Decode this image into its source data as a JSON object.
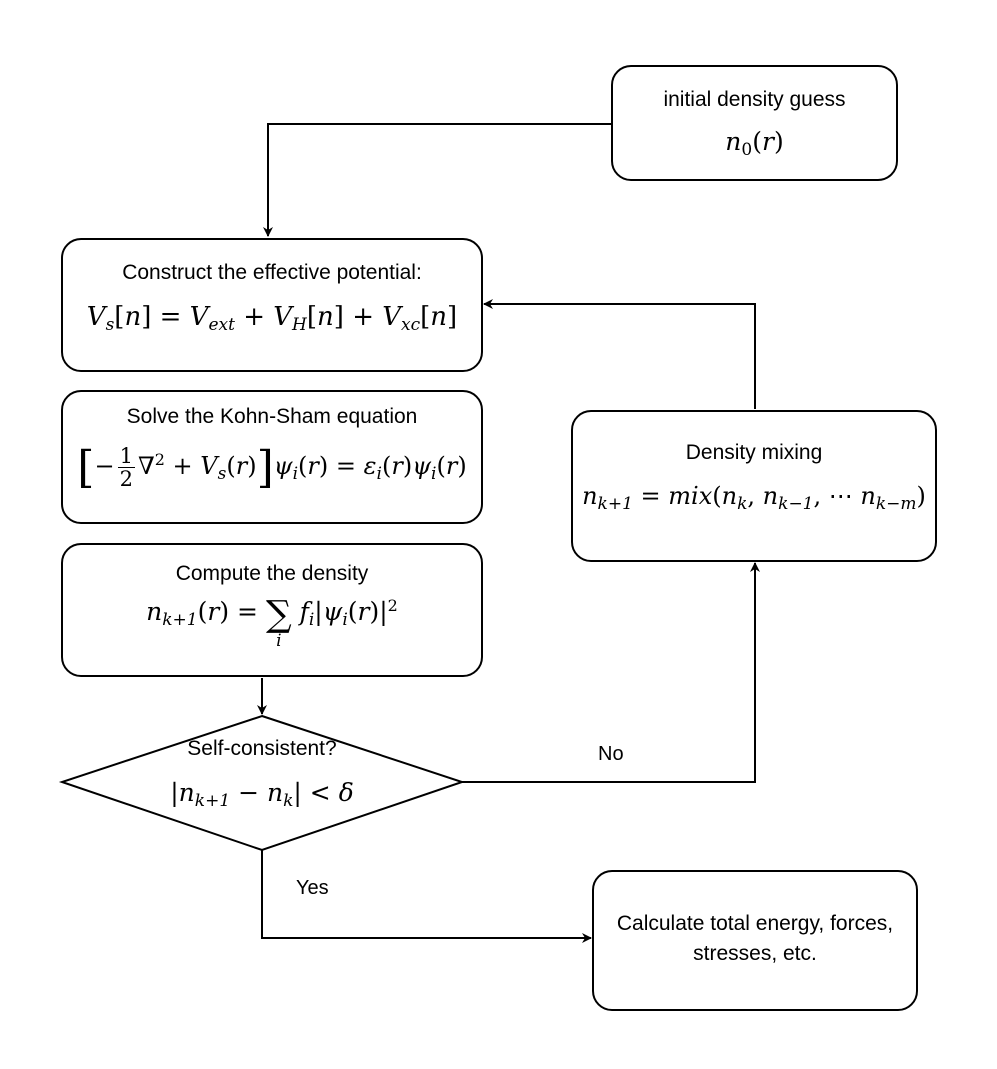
{
  "nodes": {
    "initial": {
      "label": "initial density guess",
      "formula": "n0(r)"
    },
    "potential": {
      "label": "Construct the effective potential:",
      "formula": "Vs[n] = Vext + VH[n] + Vxc[n]"
    },
    "kohn_sham": {
      "label": "Solve the Kohn-Sham equation",
      "formula": "[-1/2 ∇² + Vs(r)] ψi(r) = εi(r) ψi(r)"
    },
    "density": {
      "label": "Compute the density",
      "formula": "nk+1(r) = Σi fi |ψi(r)|²"
    },
    "check": {
      "label": "Self-consistent?",
      "formula": "|nk+1 − nk| < δ"
    },
    "mixing": {
      "label": "Density mixing",
      "formula": "nk+1 = mix(nk, nk−1, ⋯ nk−m)"
    },
    "final": {
      "label_line1": "Calculate total energy, forces,",
      "label_line2": "stresses, etc."
    }
  },
  "edges": {
    "no_label": "No",
    "yes_label": "Yes"
  }
}
